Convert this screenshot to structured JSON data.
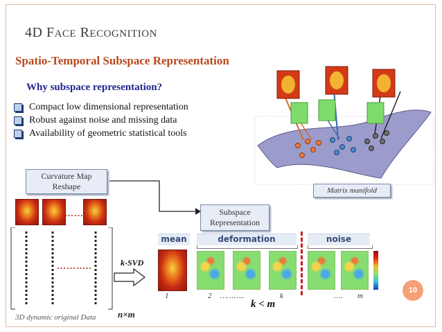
{
  "slide": {
    "title_first": "4D F",
    "title_first_sc": "ACE",
    "title_second": " R",
    "title_second_sc": "ECOGNITION",
    "subtitle": "Spatio-Temporal Subspace Representation",
    "question": "Why subspace representation?",
    "bullets": [
      "Compact low dimensional representation",
      "Robust against noise and missing data",
      "Availability of geometric statistical tools"
    ],
    "page_number": "10"
  },
  "diagram": {
    "curvature_box": [
      "Curvature Map",
      "Reshape"
    ],
    "subspace_box": [
      "Subspace",
      "Representation"
    ],
    "manifold_label": "Matrix manifold",
    "dots_faces": "……..",
    "dots_matrix": "………..",
    "ksvd_label": "k-SVD",
    "data_label": "3D dynamic original  Data",
    "nxm_label": "n×m",
    "k_condition": "k < m",
    "panel_heads": {
      "mean": "mean",
      "deformation": "deformation",
      "noise": "noise"
    },
    "indices": {
      "i1": "1",
      "i2": "2",
      "dots": "………..",
      "ik": "k",
      "dots2": "….",
      "im": "m"
    },
    "colors": {
      "accent_red": "#b8471c",
      "question_blue": "#23238e",
      "manifold": "#9c9ccc",
      "dot_orange": "#f07838",
      "dot_blue": "#4a8ad0",
      "dot_gray": "#707070",
      "page_badge": "#f5a078",
      "divider_red": "#c81e1e"
    }
  }
}
